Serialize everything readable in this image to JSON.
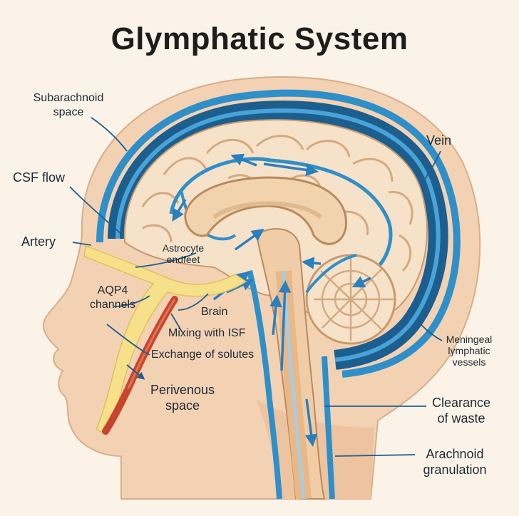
{
  "title": "Glymphatic System",
  "labels": {
    "subarachnoid_1": "Subarachnoid",
    "subarachnoid_2": "space",
    "csf_flow": "CSF flow",
    "artery": "Artery",
    "aqp4_1": "AQP4",
    "aqp4_2": "channels",
    "astrocyte_1": "Astrocyte",
    "astrocyte_2": "endfeet",
    "brain": "Brain",
    "mixing": "Mixing with ISF",
    "exchange": "Exchange of solutes",
    "perivenous_1": "Perivenous",
    "perivenous_2": "space",
    "vein": "Vein",
    "meningeal_1": "Meningeal",
    "meningeal_2": "lymphatic",
    "meningeal_3": "vessels",
    "clearance_1": "Clearance",
    "clearance_2": "of waste",
    "arachnoid_1": "Arachnoid",
    "arachnoid_2": "granulation"
  },
  "colors": {
    "background": "#fbf3e8",
    "skin": "#f3d2b4",
    "csf_blue": "#2f8fc9",
    "dark_blue": "#1c5f8f",
    "brain": "#f6e2c8",
    "artery_red": "#c7452c",
    "perivascular_yellow": "#f6e08a"
  }
}
